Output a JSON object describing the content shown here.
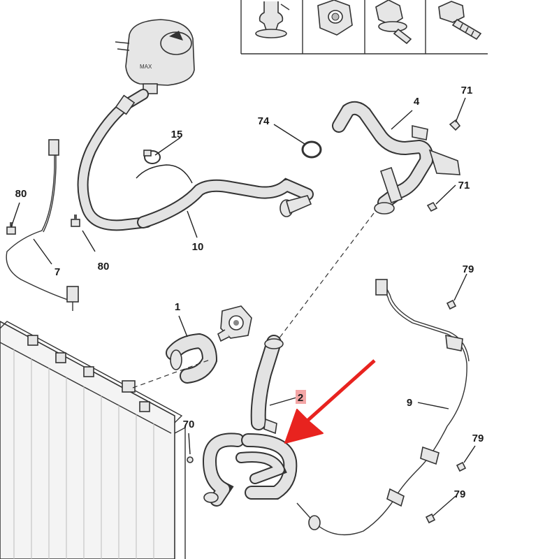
{
  "colors": {
    "arrow": "#e8231f",
    "highlight": "#f4a6a6",
    "line": "#333333",
    "part_fill": "#e6e6e6",
    "background": "#ffffff"
  },
  "callouts": {
    "c1": "1",
    "c2": "2",
    "c4": "4",
    "c7": "7",
    "c9": "9",
    "c10": "10",
    "c15": "15",
    "c70": "70",
    "c71a": "71",
    "c71b": "71",
    "c74": "74",
    "c79a": "79",
    "c79b": "79",
    "c79c": "79",
    "c80a": "80",
    "c80b": "80"
  },
  "fastener_legend": [
    "clip-fastener-icon",
    "nut-icon",
    "flange-bolt-icon",
    "bolt-icon"
  ]
}
